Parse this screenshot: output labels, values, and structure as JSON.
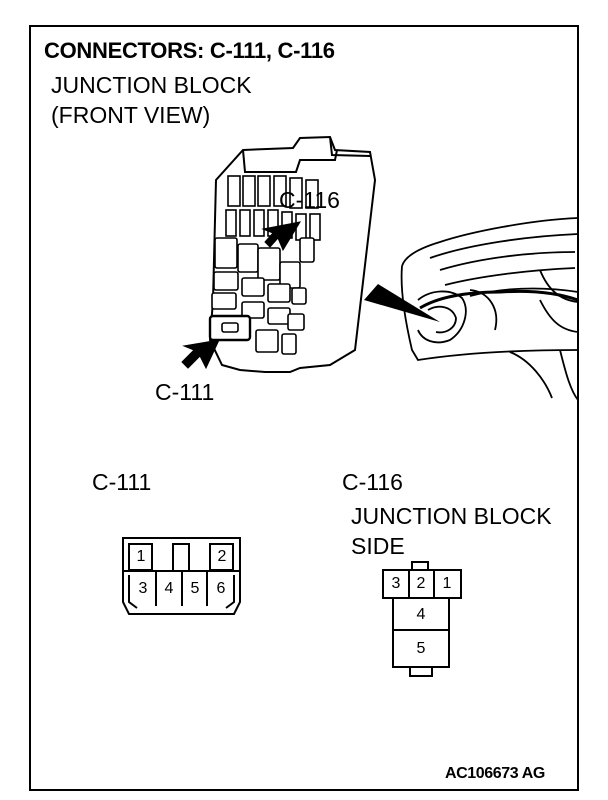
{
  "title": "CONNECTORS: C-111, C-116",
  "subtitle_line1": "JUNCTION BLOCK",
  "subtitle_line2": "(FRONT VIEW)",
  "callouts": {
    "c116": "C-116",
    "c111": "C-111"
  },
  "connector_c111": {
    "label": "C-111",
    "pins_top": [
      "1",
      "2"
    ],
    "pins_bottom": [
      "3",
      "4",
      "5",
      "6"
    ]
  },
  "connector_c116": {
    "label": "C-116",
    "side_line1": "JUNCTION BLOCK",
    "side_line2": "SIDE",
    "pins_top": [
      "3",
      "2",
      "1"
    ],
    "pins_mid": [
      "4",
      "5"
    ]
  },
  "figure_code": "AC106673 AG"
}
